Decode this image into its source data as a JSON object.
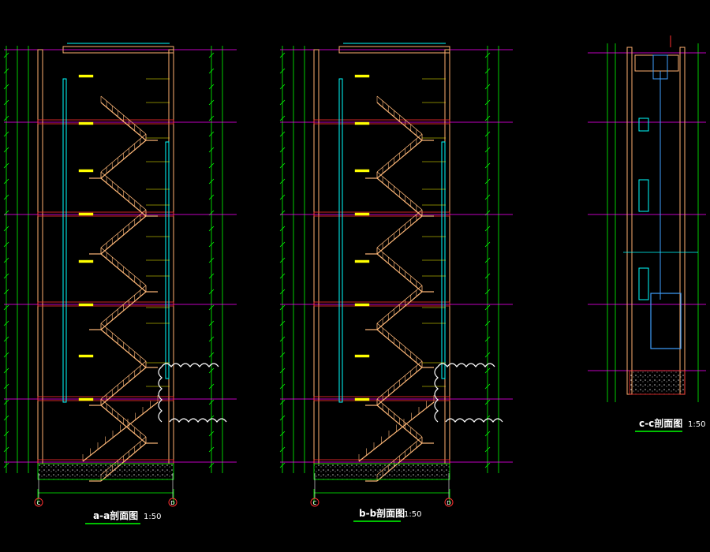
{
  "sections": [
    {
      "label": "a-a剖面图",
      "scale": "1:50",
      "grid_left": "C",
      "grid_right": "D"
    },
    {
      "label": "b-b剖面图",
      "scale": "1:50",
      "grid_left": "C",
      "grid_right": "D"
    },
    {
      "label": "c-c剖面图",
      "scale": "1:50"
    }
  ],
  "colors": {
    "background": "#000000",
    "wall": "#ffb070",
    "stair": "#ffb878",
    "dimension": "#00ff00",
    "glass": "#00ffff",
    "level_line": "#ff00ff",
    "floor_slab": "#ff3030",
    "text": "#ffff00",
    "lift": "#3fa0ff",
    "caption": "#ffffff"
  }
}
